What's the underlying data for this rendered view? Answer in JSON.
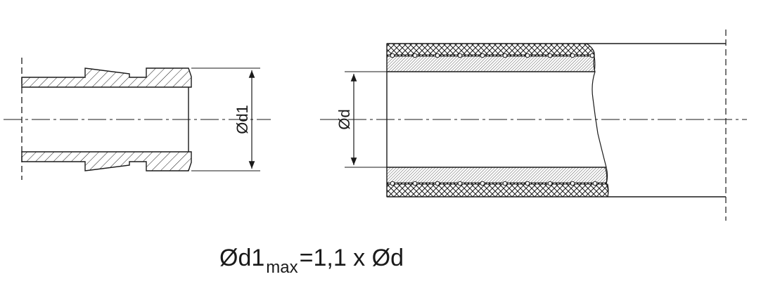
{
  "labels": {
    "d1_symbol": "Ød1",
    "d_symbol": "Ød"
  },
  "formula": {
    "main": "Ød1",
    "subscript": "max",
    "rhs": "=1,1 x Ød"
  },
  "colors": {
    "line": "#1a1a1a",
    "background": "#ffffff"
  }
}
